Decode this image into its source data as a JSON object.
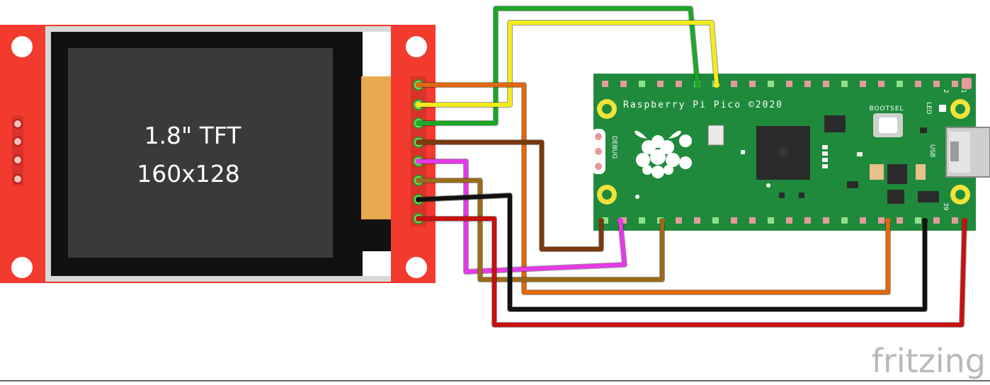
{
  "tft": {
    "line1": "1.8\" TFT",
    "line2": "160x128"
  },
  "pico": {
    "title": "Raspberry Pi Pico ©2020",
    "bootsel_label": "BOOTSEL",
    "debug_label": "DEBUG",
    "led_label": "LED",
    "usb_label": "USB",
    "pin_1_label": "1",
    "pin_2_label": "2",
    "pin_39_label": "39",
    "logo_icon": "raspberry-pi-logo-icon"
  },
  "watermark": "fritzing",
  "wire_colors": {
    "green": "#1aa826",
    "yellow": "#f2ec1c",
    "orange": "#e0680f",
    "brown": "#7a3a0e",
    "magenta": "#e53ae5",
    "olive": "#9c6b1a",
    "black": "#111111",
    "red": "#c8100f"
  }
}
